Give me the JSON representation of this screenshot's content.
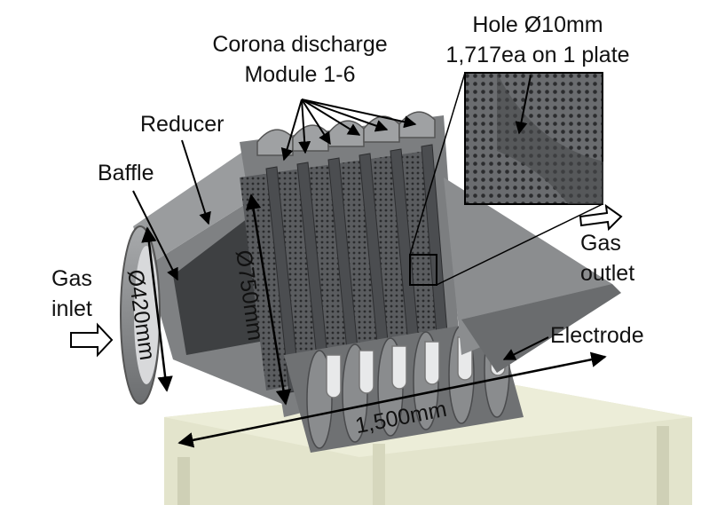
{
  "labels": {
    "corona_line1": "Corona discharge",
    "corona_line2": "Module 1-6",
    "hole_line1": "Hole Ø10mm",
    "hole_line2": "1,717ea on 1 plate",
    "reducer": "Reducer",
    "baffle": "Baffle",
    "gas_inlet_line1": "Gas",
    "gas_inlet_line2": "inlet",
    "gas_outlet_line1": "Gas",
    "gas_outlet_line2": "outlet",
    "electrode": "Electrode",
    "dim_inlet": "Ø420mm",
    "dim_body": "Ø750mm",
    "dim_length": "1,500mm"
  },
  "colors": {
    "body_metal": "#8a8c8e",
    "dark_metal": "#4a4c4f",
    "stand": "#e3e4cc",
    "annotation": "#000000"
  }
}
